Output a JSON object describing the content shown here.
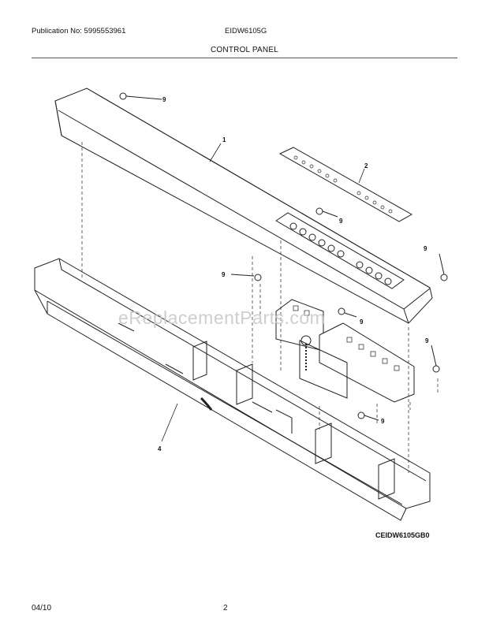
{
  "header": {
    "publication": "Publication No: 5995553961",
    "model": "EIDW6105G",
    "section_title": "CONTROL PANEL"
  },
  "diagram": {
    "callouts": {
      "panel": "1",
      "overlay": "2",
      "console": "4",
      "screw": "9"
    },
    "drawing_code": "CEIDW6105GB0"
  },
  "watermark": "eReplacementParts.com",
  "footer": {
    "date": "04/10",
    "page": "2"
  }
}
